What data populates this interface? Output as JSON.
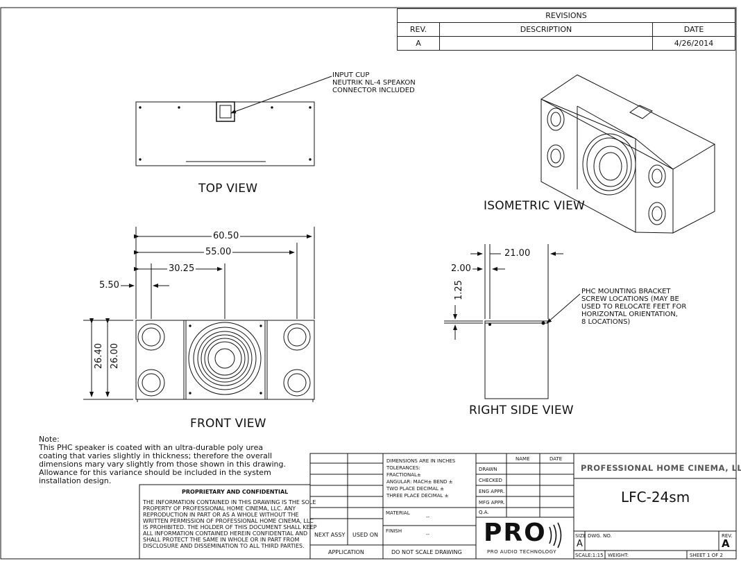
{
  "revisions": {
    "title": "REVISIONS",
    "headers": [
      "REV.",
      "DESCRIPTION",
      "DATE"
    ],
    "rows": [
      {
        "rev": "A",
        "description": "",
        "date": "4/26/2014"
      }
    ]
  },
  "views": {
    "top": "TOP VIEW",
    "isometric": "ISOMETRIC VIEW",
    "front": "FRONT VIEW",
    "right_side": "RIGHT SIDE VIEW"
  },
  "callouts": {
    "input_cup": [
      "INPUT CUP",
      "NEUTRIK NL-4 SPEAKON",
      "CONNECTOR INCLUDED"
    ],
    "bracket": [
      "PHC MOUNTING BRACKET",
      "SCREW LOCATIONS (MAY BE",
      "USED TO RELOCATE FEET FOR",
      "HORIZONTAL ORIENTATION,",
      "8 LOCATIONS)"
    ]
  },
  "dimensions": {
    "overall_width": "60.50",
    "inner_width": "55.00",
    "center": "30.25",
    "edge": "5.50",
    "height_outer": "26.40",
    "height_inner": "26.00",
    "depth": "21.00",
    "side_offset": "2.00",
    "top_offset": "1.25"
  },
  "note": {
    "heading": "Note:",
    "lines": [
      "This PHC speaker is coated with an ultra-durable poly urea",
      "coating that varies slightly in thickness; therefore the overall",
      "dimensions mary vary slightly from those shown in this drawing.",
      "Allowance for this variance should be included in the system",
      "installation design."
    ]
  },
  "proprietary": {
    "title": "PROPRIETARY AND CONFIDENTIAL",
    "lines": [
      "THE INFORMATION CONTAINED IN THIS DRAWING IS THE SOLE",
      "PROPERTY OF PROFESSIONAL HOME CINEMA, LLC.  ANY",
      "REPRODUCTION IN PART OR AS A WHOLE WITHOUT THE",
      "WRITTEN PERMISSION OF PROFESSIONAL HOME CINEMA, LLC",
      "IS PROHIBITED. THE HOLDER OF THIS DOCUMENT SHALL KEEP",
      "ALL INFORMATION CONTAINED HEREIN CONFIDENTIAL AND",
      "SHALL PROTECT THE SAME IN WHOLE OR IN PART FROM",
      "DISCLOSURE AND DISSEMINATION TO ALL THIRD PARTIES."
    ]
  },
  "title_block": {
    "next_assy": "NEXT ASSY",
    "used_on": "USED ON",
    "application": "APPLICATION",
    "do_not_scale": "DO  NOT  SCALE  DRAWING",
    "tolerances": [
      "DIMENSIONS ARE IN INCHES",
      "TOLERANCES:",
      "FRACTIONAL±",
      "ANGULAR: MACH±    BEND ±",
      "TWO PLACE DECIMAL    ±",
      "THREE PLACE DECIMAL  ±"
    ],
    "material": "MATERIAL",
    "material_value": "--",
    "finish": "FINISH",
    "finish_value": "--",
    "name_header": "NAME",
    "date_header": "DATE",
    "roles": [
      "DRAWN",
      "CHECKED",
      "ENG APPR.",
      "MFG APPR.",
      "Q.A."
    ],
    "company": "PROFESSIONAL HOME CINEMA, LLC",
    "part_number": "LFC-24sm",
    "size_label": "SIZE",
    "size_value": "A",
    "dwg_no_label": "DWG.  NO.",
    "rev_label": "REV.",
    "rev_value": "A",
    "scale": "SCALE:1:15",
    "weight": "WEIGHT:",
    "sheet": "SHEET 1 OF 2",
    "logo_text": "PRO",
    "logo_sub": "PRO AUDIO TECHNOLOGY"
  }
}
